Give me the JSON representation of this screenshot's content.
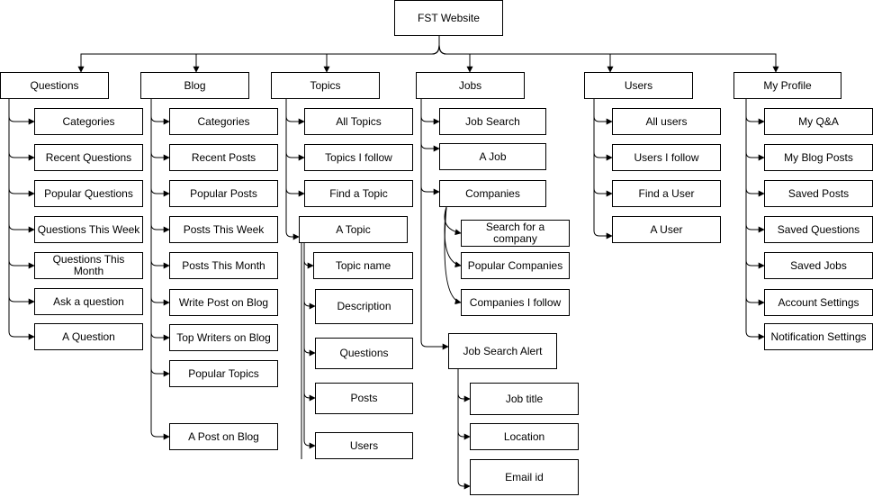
{
  "diagram": {
    "root": {
      "id": "fst-website",
      "label": "FST Website"
    },
    "sections": {
      "questions": {
        "label": "Questions",
        "items": [
          {
            "id": "q-categories",
            "label": "Categories"
          },
          {
            "id": "q-recent",
            "label": "Recent Questions"
          },
          {
            "id": "q-popular",
            "label": "Popular Questions"
          },
          {
            "id": "q-week",
            "label": "Questions This Week"
          },
          {
            "id": "q-month",
            "label": "Questions This Month"
          },
          {
            "id": "q-ask",
            "label": "Ask a question"
          },
          {
            "id": "q-a-question",
            "label": "A Question"
          }
        ]
      },
      "blog": {
        "label": "Blog",
        "items": [
          {
            "id": "b-categories",
            "label": "Categories"
          },
          {
            "id": "b-recent",
            "label": "Recent Posts"
          },
          {
            "id": "b-popular",
            "label": "Popular Posts"
          },
          {
            "id": "b-week",
            "label": "Posts This Week"
          },
          {
            "id": "b-month",
            "label": "Posts This Month"
          },
          {
            "id": "b-write",
            "label": "Write Post on Blog"
          },
          {
            "id": "b-top-writers",
            "label": "Top Writers on Blog"
          },
          {
            "id": "b-popular-topics",
            "label": "Popular Topics"
          },
          {
            "id": "b-a-post",
            "label": "A Post on Blog"
          }
        ]
      },
      "topics": {
        "label": "Topics",
        "items": [
          {
            "id": "t-all",
            "label": "All Topics"
          },
          {
            "id": "t-follow",
            "label": "Topics I follow"
          },
          {
            "id": "t-find",
            "label": "Find a Topic"
          },
          {
            "id": "t-a-topic",
            "label": "A Topic"
          }
        ],
        "a_topic_children": [
          {
            "id": "t-name",
            "label": "Topic name"
          },
          {
            "id": "t-description",
            "label": "Description"
          },
          {
            "id": "t-questions",
            "label": "Questions"
          },
          {
            "id": "t-posts",
            "label": "Posts"
          },
          {
            "id": "t-users",
            "label": "Users"
          }
        ]
      },
      "jobs": {
        "label": "Jobs",
        "items": [
          {
            "id": "j-search",
            "label": "Job Search"
          },
          {
            "id": "j-a-job",
            "label": "A Job"
          },
          {
            "id": "j-companies",
            "label": "Companies"
          },
          {
            "id": "j-alert",
            "label": "Job Search Alert"
          }
        ],
        "companies_children": [
          {
            "id": "c-search",
            "label": "Search for a company"
          },
          {
            "id": "c-popular",
            "label": "Popular Companies"
          },
          {
            "id": "c-follow",
            "label": "Companies I follow"
          }
        ],
        "alert_children": [
          {
            "id": "a-title",
            "label": "Job title"
          },
          {
            "id": "a-location",
            "label": "Location"
          },
          {
            "id": "a-email",
            "label": "Email id"
          }
        ]
      },
      "users": {
        "label": "Users",
        "items": [
          {
            "id": "u-all",
            "label": "All users"
          },
          {
            "id": "u-follow",
            "label": "Users I follow"
          },
          {
            "id": "u-find",
            "label": "Find a User"
          },
          {
            "id": "u-a-user",
            "label": "A User"
          }
        ]
      },
      "my_profile": {
        "label": "My Profile",
        "items": [
          {
            "id": "p-qa",
            "label": "My Q&A"
          },
          {
            "id": "p-blog-posts",
            "label": "My Blog Posts"
          },
          {
            "id": "p-saved-posts",
            "label": "Saved Posts"
          },
          {
            "id": "p-saved-questions",
            "label": "Saved Questions"
          },
          {
            "id": "p-saved-jobs",
            "label": "Saved Jobs"
          },
          {
            "id": "p-account",
            "label": "Account Settings"
          },
          {
            "id": "p-notifications",
            "label": "Notification Settings"
          }
        ]
      }
    }
  }
}
